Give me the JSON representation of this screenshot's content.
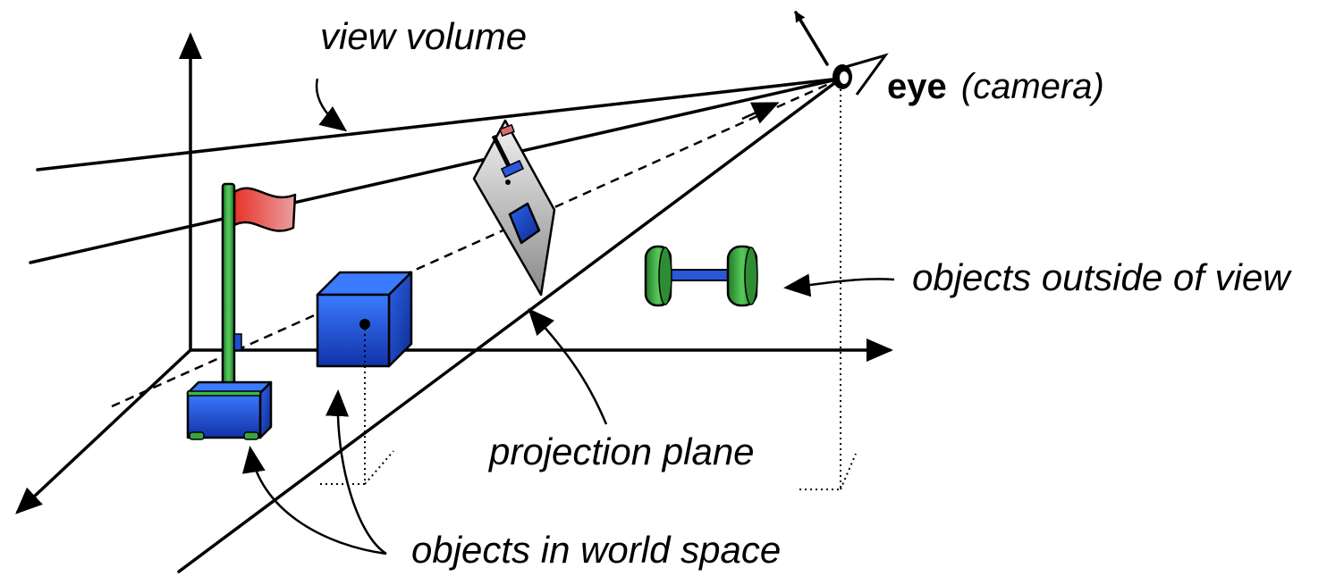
{
  "labels": {
    "view_volume": "view volume",
    "eye": "eye",
    "camera": "(camera)",
    "objects_outside": "objects outside of view",
    "projection_plane": "projection plane",
    "objects_world": "objects in world space"
  },
  "colors": {
    "flag": "#e8332a",
    "pole": "#2e9e3a",
    "box_blue": "#1f4fd0",
    "box_blue_light": "#3a7bff",
    "wheel_green": "#38a63c",
    "plane_gray": "#b5b5b5"
  }
}
